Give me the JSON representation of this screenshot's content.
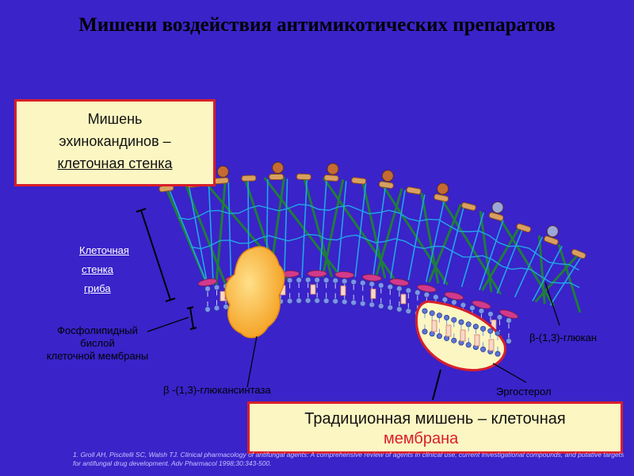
{
  "title": "Мишени воздействия антимикотических препаратов",
  "target_echinocandins": {
    "line1": "Мишень",
    "line2": "эхинокандинов –",
    "line3": "клеточная стенка"
  },
  "traditional_target": {
    "line1": "Традиционная мишень – клеточная",
    "line2": "мембрана"
  },
  "labels": {
    "cell_wall_line1": "Клеточная",
    "cell_wall_line2": "стенка",
    "cell_wall_line3": "гриба",
    "bilayer_line1": "Фосфолипидный",
    "bilayer_line2": "бислой",
    "bilayer_line3": "клеточной мембраны",
    "glucan_synthase": "β -(1,3)-глюкансинтаза",
    "glucan": "β-(1,3)-глюкан",
    "ergosterol": "Эргостерол"
  },
  "footnote": "1.  Groll AH, Piscitelli SC, Walsh TJ. Clinical pharmacology of antifungal agents: A comprehensive review of agents in clinical use, current investigational compounds, and putative targets for antifungal drug development. Adv Pharmacol 1998;30:343-500.",
  "colors": {
    "background": "#3a23c9",
    "box_fill": "#fbf6c2",
    "box_border": "#d81e2a",
    "glucan_green": "#1f7d3a",
    "glucan_blue": "#22a6e6",
    "enzyme_orange": "#f7a524",
    "mannoprotein": "#c46a32"
  }
}
